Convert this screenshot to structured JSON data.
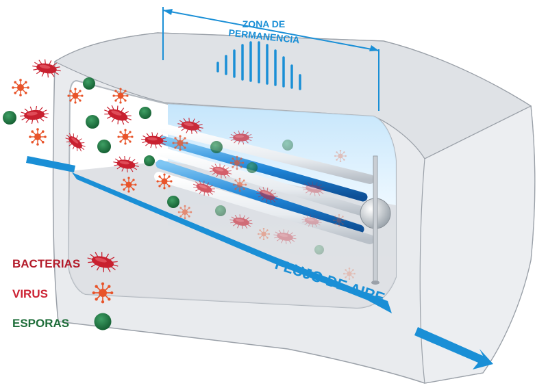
{
  "diagram": {
    "zone_label": [
      "ZONA DE",
      "PERMANENCIA"
    ],
    "flow_label": "FLUJO DE AIRE"
  },
  "legend": [
    {
      "label": "BACTERIAS",
      "icon": "bacteria-icon",
      "color": "#b31b2a"
    },
    {
      "label": "VIRUS",
      "icon": "virus-icon",
      "color": "#cc2233"
    },
    {
      "label": "ESPORAS",
      "icon": "spore-icon",
      "color": "#1f6e3a"
    }
  ],
  "colors": {
    "bacteria": "#c8202f",
    "virus": "#e8542a",
    "spore": "#1e7a44",
    "accent_blue": "#1a8fd6",
    "duct": "#e6e8ec"
  }
}
